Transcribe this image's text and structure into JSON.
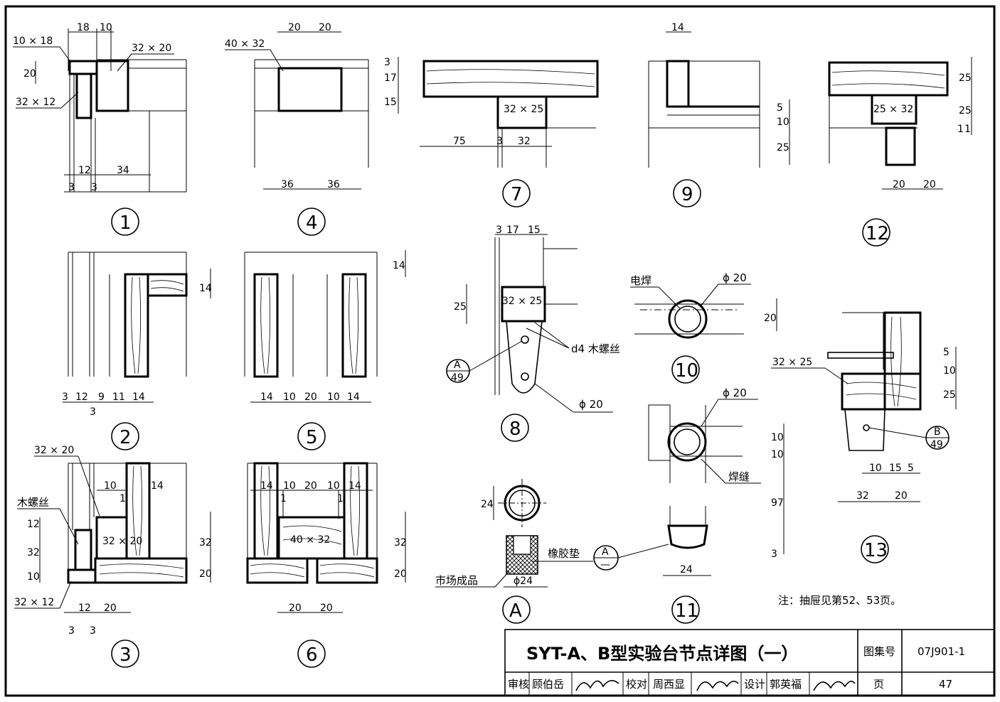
{
  "title_block": {
    "title": "SYT-A、B型实验台节点详图（一）",
    "atlas_label": "图集号",
    "atlas_number": "07J901-1",
    "page_label": "页",
    "page_number": "47",
    "review_label": "审核",
    "reviewer": "顾伯岳",
    "check_label": "校对",
    "checker": "周西显",
    "design_label": "设计",
    "designer": "郭英福"
  },
  "note": "注：抽屉见第52、53页。",
  "details": {
    "d1": {
      "number": "1",
      "labels": [
        "10 × 18",
        "32 × 20",
        "32 × 12"
      ],
      "dims": [
        "18",
        "10",
        "20",
        "12",
        "34",
        "3",
        "3"
      ]
    },
    "d2": {
      "number": "2",
      "dims": [
        "14",
        "3",
        "12",
        "9",
        "11",
        "14",
        "3"
      ]
    },
    "d3": {
      "number": "3",
      "labels": [
        "32 × 20",
        "木螺丝",
        "32 × 20",
        "32 × 12"
      ],
      "dims": [
        "10",
        "14",
        "1",
        "12",
        "32",
        "10",
        "32",
        "20",
        "12",
        "20",
        "3",
        "3"
      ]
    },
    "d4": {
      "number": "4",
      "labels": [
        "40 × 32"
      ],
      "dims": [
        "20",
        "20",
        "36",
        "36"
      ]
    },
    "d5": {
      "number": "5",
      "dims": [
        "14",
        "14",
        "10",
        "20",
        "10",
        "14"
      ]
    },
    "d6": {
      "number": "6",
      "labels": [
        "40 × 32"
      ],
      "dims": [
        "14",
        "10",
        "20",
        "10",
        "14",
        "1",
        "1",
        "32",
        "20",
        "20",
        "20"
      ]
    },
    "d7": {
      "number": "7",
      "labels": [
        "32 × 25"
      ],
      "dims": [
        "3",
        "17",
        "15",
        "75",
        "3",
        "32"
      ]
    },
    "d8": {
      "number": "8",
      "labels": [
        "32 × 25",
        "d4 木螺丝",
        "ϕ 20"
      ],
      "dims": [
        "3",
        "17",
        "15",
        "25"
      ],
      "ref": {
        "top": "A",
        "bottom": "49"
      }
    },
    "d9": {
      "number": "9",
      "dims": [
        "14",
        "5",
        "10",
        "25"
      ]
    },
    "d10": {
      "number": "10",
      "labels": [
        "电焊",
        "ϕ 20"
      ],
      "dims": [
        "20"
      ]
    },
    "d11": {
      "number": "11",
      "labels": [
        "ϕ 20",
        "焊缝"
      ],
      "dims": [
        "10",
        "10",
        "97",
        "3",
        "24"
      ],
      "ref": {
        "top": "A",
        "bottom": "—"
      }
    },
    "d12": {
      "number": "12",
      "labels": [
        "25 × 32"
      ],
      "dims": [
        "25",
        "25",
        "1",
        "1",
        "20",
        "20"
      ]
    },
    "d13": {
      "number": "13",
      "labels": [
        "32 × 25"
      ],
      "dims": [
        "5",
        "10",
        "25",
        "10",
        "15",
        "5",
        "32",
        "20"
      ],
      "ref": {
        "top": "B",
        "bottom": "49"
      }
    },
    "dA": {
      "number": "A",
      "labels": [
        "橡胶垫",
        "市场成品",
        "ϕ24"
      ],
      "dims": [
        "24"
      ]
    }
  }
}
